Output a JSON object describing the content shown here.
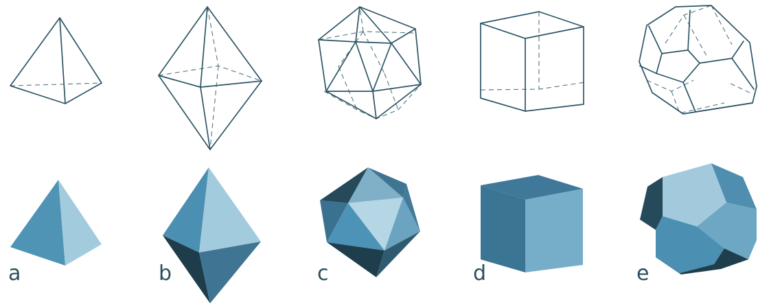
{
  "labels": {
    "a": "a",
    "b": "b",
    "c": "c",
    "d": "d",
    "e": "e"
  },
  "colors": {
    "outline": "#2d5565",
    "hidden_edge": "#5f7f8b",
    "solid_light": "#a7cde0",
    "solid_mid": "#4f93b5",
    "solid_dark": "#1f3f4e",
    "label": "#2b4f5d"
  },
  "figures": [
    {
      "id": "a",
      "solid": "tetrahedron"
    },
    {
      "id": "b",
      "solid": "octahedron"
    },
    {
      "id": "c",
      "solid": "icosahedron"
    },
    {
      "id": "d",
      "solid": "cube"
    },
    {
      "id": "e",
      "solid": "dodecahedron"
    }
  ]
}
